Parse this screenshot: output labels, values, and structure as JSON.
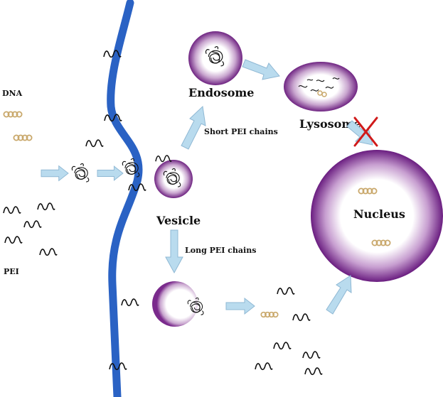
{
  "labels": {
    "dna": "DNA",
    "pei": "PEI",
    "endosome": "Endosome",
    "lysosome": "Lysosome",
    "vesicle": "Vesicle",
    "nucleus": "Nucleus",
    "short_chains": "Short PEI chains",
    "long_chains": "Long PEI chains"
  },
  "colors": {
    "membrane": "#2a62c4",
    "organelle": "#7a2a8c",
    "arrow_fill": "#b9dbee",
    "arrow_stroke": "#8fb8d4",
    "dna": "#c9a86b",
    "block_cross": "#d01a1a"
  }
}
